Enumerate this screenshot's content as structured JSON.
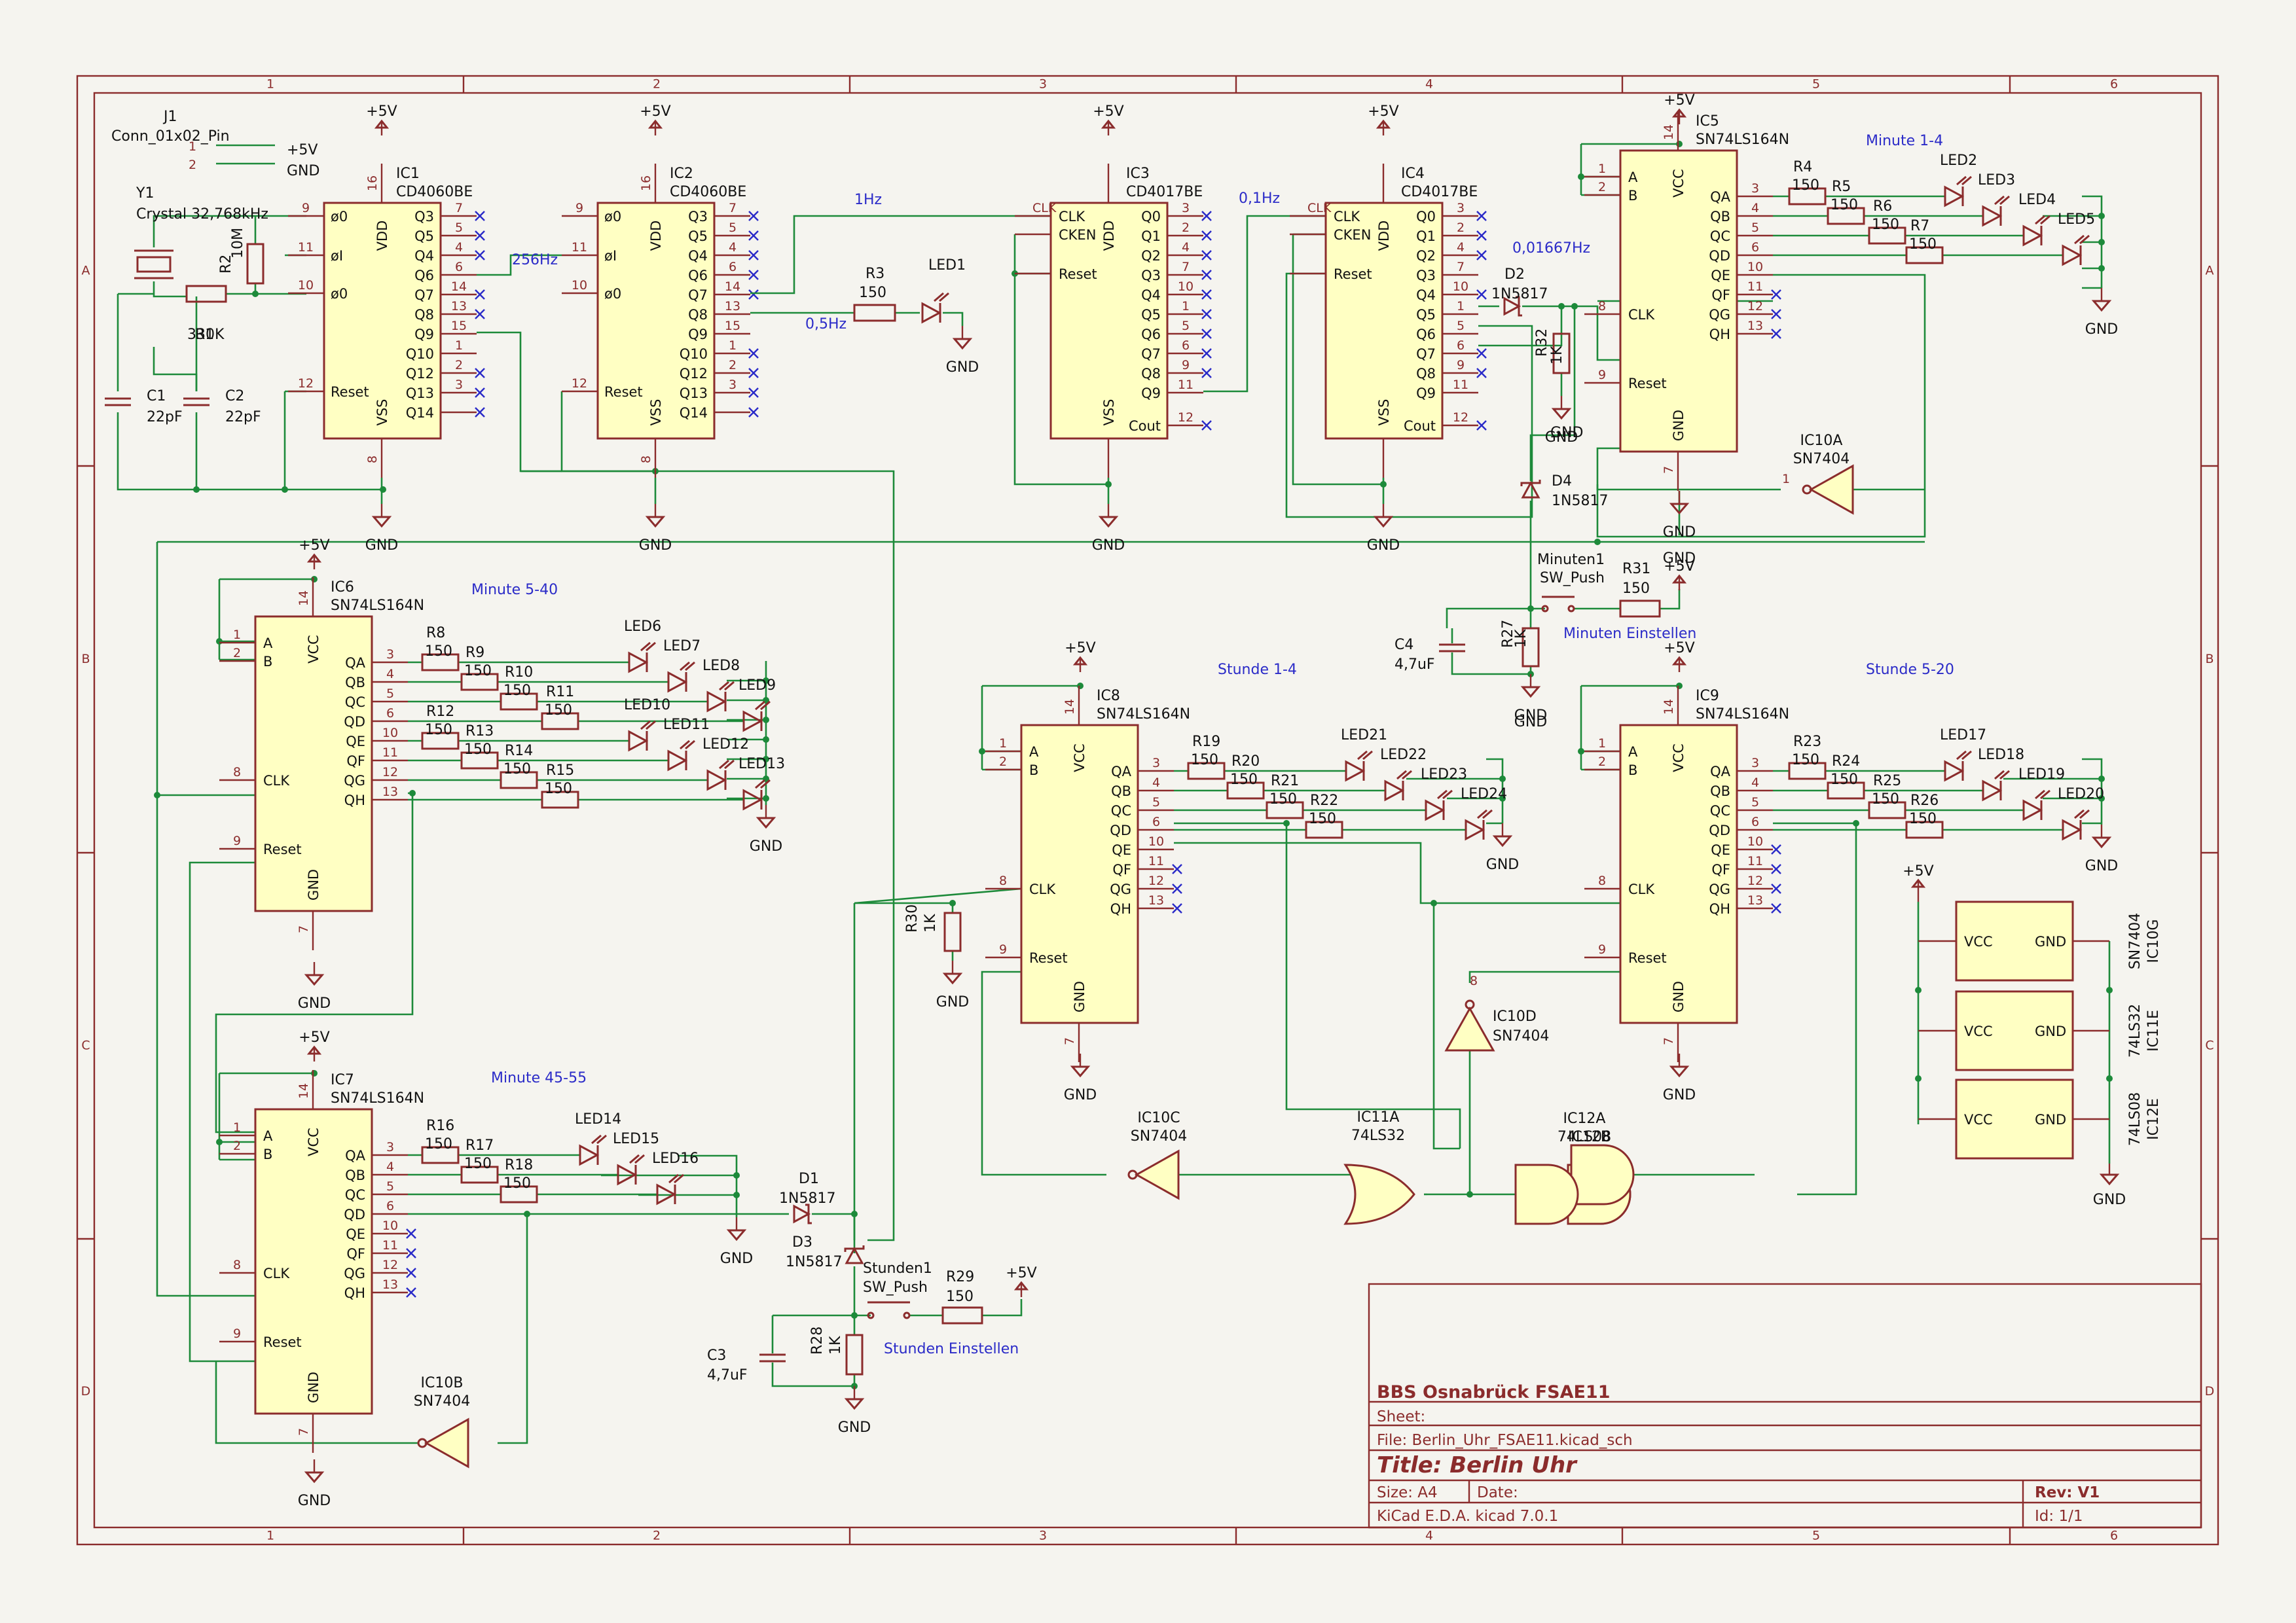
{
  "title_block": {
    "company": "BBS Osnabrück FSAE11",
    "sheet": "Sheet:",
    "file": "File: Berlin_Uhr_FSAE11.kicad_sch",
    "title": "Title: Berlin Uhr",
    "size": "Size: A4",
    "date": "Date:",
    "rev": "Rev: V1",
    "tool": "KiCad E.D.A.  kicad 7.0.1",
    "id": "Id: 1/1"
  },
  "frame": {
    "cols": [
      "1",
      "2",
      "3",
      "4",
      "5",
      "6"
    ],
    "rows": [
      "A",
      "B",
      "C",
      "D"
    ]
  },
  "power": {
    "gnd": "GND",
    "vcc": "+5V"
  },
  "connector": {
    "ref": "J1",
    "value": "Conn_01x02_Pin",
    "p1": "1",
    "p2": "2",
    "n1": "+5V",
    "n2": "GND"
  },
  "crystal": {
    "ref": "Y1",
    "value": "Crystal 32,768kHz"
  },
  "resistors": {
    "r1": {
      "ref": "R1",
      "value": "330K"
    },
    "r2": {
      "ref": "R2",
      "value": "10M"
    },
    "r3": {
      "ref": "R3",
      "value": "150"
    },
    "r27": {
      "ref": "R27",
      "value": "1K"
    },
    "r28": {
      "ref": "R28",
      "value": "1K"
    },
    "r29": {
      "ref": "R29",
      "value": "150"
    },
    "r30": {
      "ref": "R30",
      "value": "1K"
    },
    "r31": {
      "ref": "R31",
      "value": "150"
    },
    "r32": {
      "ref": "R32",
      "value": "1K"
    }
  },
  "caps": {
    "c1": {
      "ref": "C1",
      "value": "22pF"
    },
    "c2": {
      "ref": "C2",
      "value": "22pF"
    },
    "c3": {
      "ref": "C3",
      "value": "4,7uF"
    },
    "c4": {
      "ref": "C4",
      "value": "4,7uF"
    }
  },
  "diodes": {
    "d1": {
      "ref": "D1",
      "value": "1N5817"
    },
    "d2": {
      "ref": "D2",
      "value": "1N5817"
    },
    "d3": {
      "ref": "D3",
      "value": "1N5817"
    },
    "d4": {
      "ref": "D4",
      "value": "1N5817"
    }
  },
  "switches": {
    "min": {
      "ref": "Minuten1",
      "value": "SW_Push",
      "label": "Minuten Einstellen"
    },
    "std": {
      "ref": "Stunden1",
      "value": "SW_Push",
      "label": "Stunden Einstellen"
    }
  },
  "led1": "LED1",
  "ic1": {
    "ref": "IC1",
    "value": "CD4060BE",
    "pins": [
      "ø0",
      "øI",
      "ø0",
      "Reset",
      "VDD",
      "VSS",
      "Q3",
      "Q5",
      "Q4",
      "Q6",
      "Q7",
      "Q8",
      "Q9",
      "Q10",
      "Q12",
      "Q13",
      "Q14"
    ],
    "nums": [
      "9",
      "11",
      "10",
      "12",
      "16",
      "8",
      "7",
      "5",
      "4",
      "6",
      "14",
      "13",
      "15",
      "1",
      "2",
      "3"
    ]
  },
  "ic2": {
    "ref": "IC2",
    "value": "CD4060BE"
  },
  "counter": {
    "ref3": "IC3",
    "ref4": "IC4",
    "value": "CD4017BE",
    "pins": [
      "CLK",
      "CKEN",
      "Reset",
      "Q0",
      "Q1",
      "Q2",
      "Q3",
      "Q4",
      "Q5",
      "Q6",
      "Q7",
      "Q8",
      "Q9",
      "Cout",
      "VDD",
      "VSS"
    ]
  },
  "shift": {
    "value": "SN74LS164N",
    "pins": [
      "A",
      "B",
      "CLK",
      "Reset",
      "VCC",
      "GND",
      "QA",
      "QB",
      "QC",
      "QD",
      "QE",
      "QF",
      "QG",
      "QH"
    ]
  },
  "ic5": "IC5",
  "ic6": "IC6",
  "ic7": "IC7",
  "ic8": "IC8",
  "ic9": "IC9",
  "nets": {
    "hz256": "256Hz",
    "hz1": "1Hz",
    "hz05": "0,5Hz",
    "hz01": "0,1Hz",
    "hz00": "0,01667Hz"
  },
  "sections": {
    "m14": "Minute 1-4",
    "m540": "Minute 5-40",
    "m4555": "Minute 45-55",
    "s14": "Stunde 1-4",
    "s520": "Stunde 5-20"
  },
  "gates": {
    "inv": "SN7404",
    "or": "74LS32",
    "and": "74LS08",
    "ic10a": "IC10A",
    "ic10b": "IC10B",
    "ic10c": "IC10C",
    "ic10d": "IC10D",
    "ic11a": "IC11A",
    "ic12a": "IC12A",
    "ic12b": "IC12B",
    "pwr1": "SN7404",
    "pwr1b": "IC10G",
    "pwr2": "74LS32",
    "pwr2b": "IC11E",
    "pwr3": "74LS08",
    "pwr3b": "IC12E",
    "vcc": "VCC",
    "gnd": "GND"
  },
  "bank_m14": {
    "res": [
      "R4",
      "R5",
      "R6",
      "R7"
    ],
    "led": [
      "LED2",
      "LED3",
      "LED4",
      "LED5"
    ],
    "val": "150"
  },
  "bank_m540": {
    "res": [
      "R8",
      "R9",
      "R10",
      "R11",
      "R12",
      "R13",
      "R14",
      "R15"
    ],
    "led": [
      "LED6",
      "LED7",
      "LED8",
      "LED9",
      "LED10",
      "LED11",
      "LED12",
      "LED13"
    ],
    "val": "150"
  },
  "bank_m4555": {
    "res": [
      "R16",
      "R17",
      "R18"
    ],
    "led": [
      "LED14",
      "LED15",
      "LED16"
    ],
    "val": "150"
  },
  "bank_s14": {
    "res": [
      "R19",
      "R20",
      "R21",
      "R22"
    ],
    "led": [
      "LED21",
      "LED22",
      "LED23",
      "LED24"
    ],
    "val": "150"
  },
  "bank_s520": {
    "res": [
      "R23",
      "R24",
      "R25",
      "R26"
    ],
    "led": [
      "LED17",
      "LED18",
      "LED19",
      "LED20"
    ],
    "val": "150"
  }
}
